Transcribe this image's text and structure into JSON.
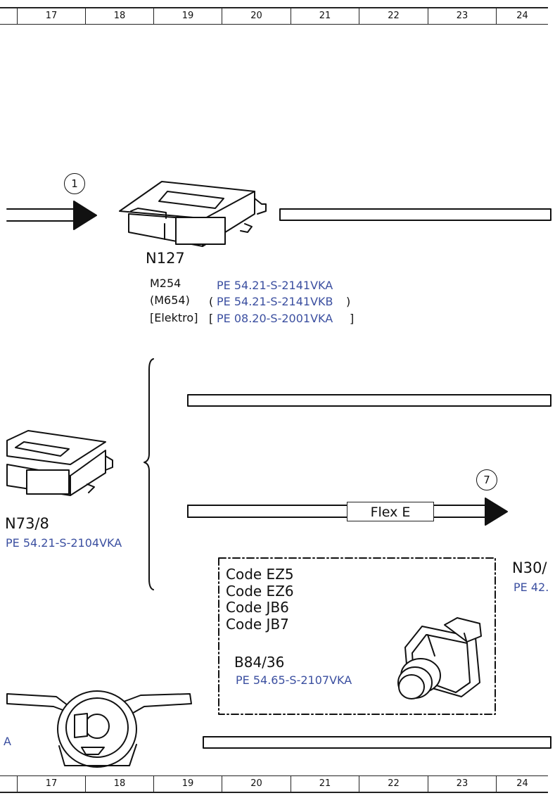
{
  "ruler": {
    "columns": [
      "17",
      "18",
      "19",
      "20",
      "21",
      "22",
      "23",
      "24"
    ]
  },
  "callouts": {
    "arrow_1": "1",
    "arrow_7": "7"
  },
  "n127": {
    "name": "N127",
    "rows": [
      {
        "variant": "M254",
        "open": "",
        "ref": "PE 54.21-S-2141VKA",
        "close": ""
      },
      {
        "variant": "(M654)",
        "open": "(",
        "ref": "PE 54.21-S-2141VKB",
        "close": ")"
      },
      {
        "variant": "[Elektro]",
        "open": "[",
        "ref": "PE 08.20-S-2001VKA",
        "close": "]"
      }
    ]
  },
  "n73": {
    "name": "N73/8",
    "ref": "PE 54.21-S-2104VKA"
  },
  "flex": {
    "label": "Flex E"
  },
  "n30": {
    "name": "N30/",
    "ref": "PE 42."
  },
  "codes": {
    "lines": [
      "Code EZ5",
      "Code EZ6",
      "Code JB6",
      "Code JB7"
    ]
  },
  "b84": {
    "name": "B84/36",
    "ref": "PE 54.65-S-2107VKA"
  },
  "left_fragment": {
    "text": "A"
  },
  "colors": {
    "line": "#111111",
    "ref_blue": "#3b4fa0"
  }
}
